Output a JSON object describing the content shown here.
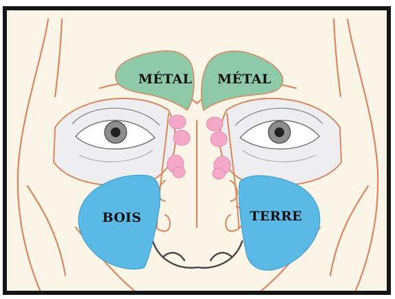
{
  "labels": {
    "metal_left": "MÉTAL",
    "metal_right": "MÉTAL",
    "bois": "BOIS",
    "terre": "TERRE"
  },
  "colors": {
    "skin": "#fbf5e7",
    "line": "#d9875e",
    "metal": "#8ec9a9",
    "sinus_pink": "#f4a9c8",
    "bois": "#5bb9e6",
    "terre": "#5bb9e6",
    "eye_socket": "#eeeef0",
    "frame": "#161616"
  }
}
